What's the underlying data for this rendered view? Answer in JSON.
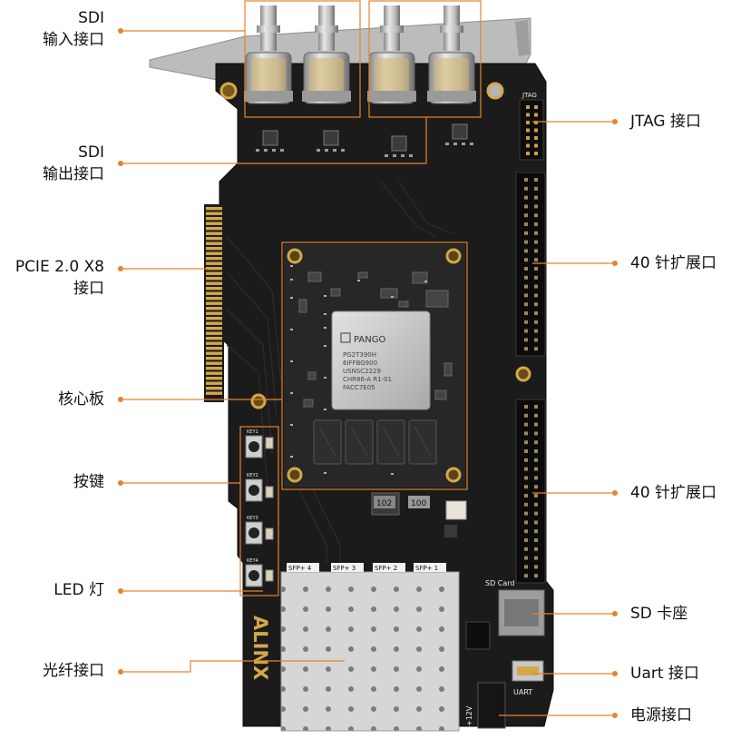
{
  "labels": {
    "sdi_in_1": "SDI",
    "sdi_in_2": "输入接口",
    "sdi_out_1": "SDI",
    "sdi_out_2": "输出接口",
    "pcie_1": "PCIE 2.0 X8",
    "pcie_2": "接口",
    "core": "核心板",
    "keys": "按键",
    "led": "LED 灯",
    "fiber": "光纤接口",
    "jtag": "JTAG 接口",
    "pin40_top": "40 针扩展口",
    "pin40_bottom": "40 针扩展口",
    "sd": "SD 卡座",
    "uart": "Uart 接口",
    "power": "电源接口"
  },
  "board": {
    "chip_brand": "PANGO",
    "chip_lines": [
      "PG2T390H",
      "6IFFBG900",
      "USNSC2229",
      "CHR86-A R1-01",
      "FACC7E05"
    ],
    "silk_jtag": "JTAG",
    "silk_sd": "SD Card",
    "silk_uart": "UART",
    "silk_sfp": [
      "SFP+ 4",
      "SFP+ 3",
      "SFP+ 2",
      "SFP+ 1"
    ],
    "silk_keys": [
      "KEY1",
      "KEY2",
      "KEY3",
      "KEY4"
    ],
    "silk_dc": "+12V",
    "silk_r1": "102",
    "silk_r2": "100",
    "logo": "ALINX"
  },
  "colors": {
    "board": "#1c1c1c",
    "core_board": "#2a2a2a",
    "accent_line": "#e8832a",
    "chip": "#c8c8c8",
    "gold": "#d4a84a",
    "bracket": "#b9b9b9"
  }
}
